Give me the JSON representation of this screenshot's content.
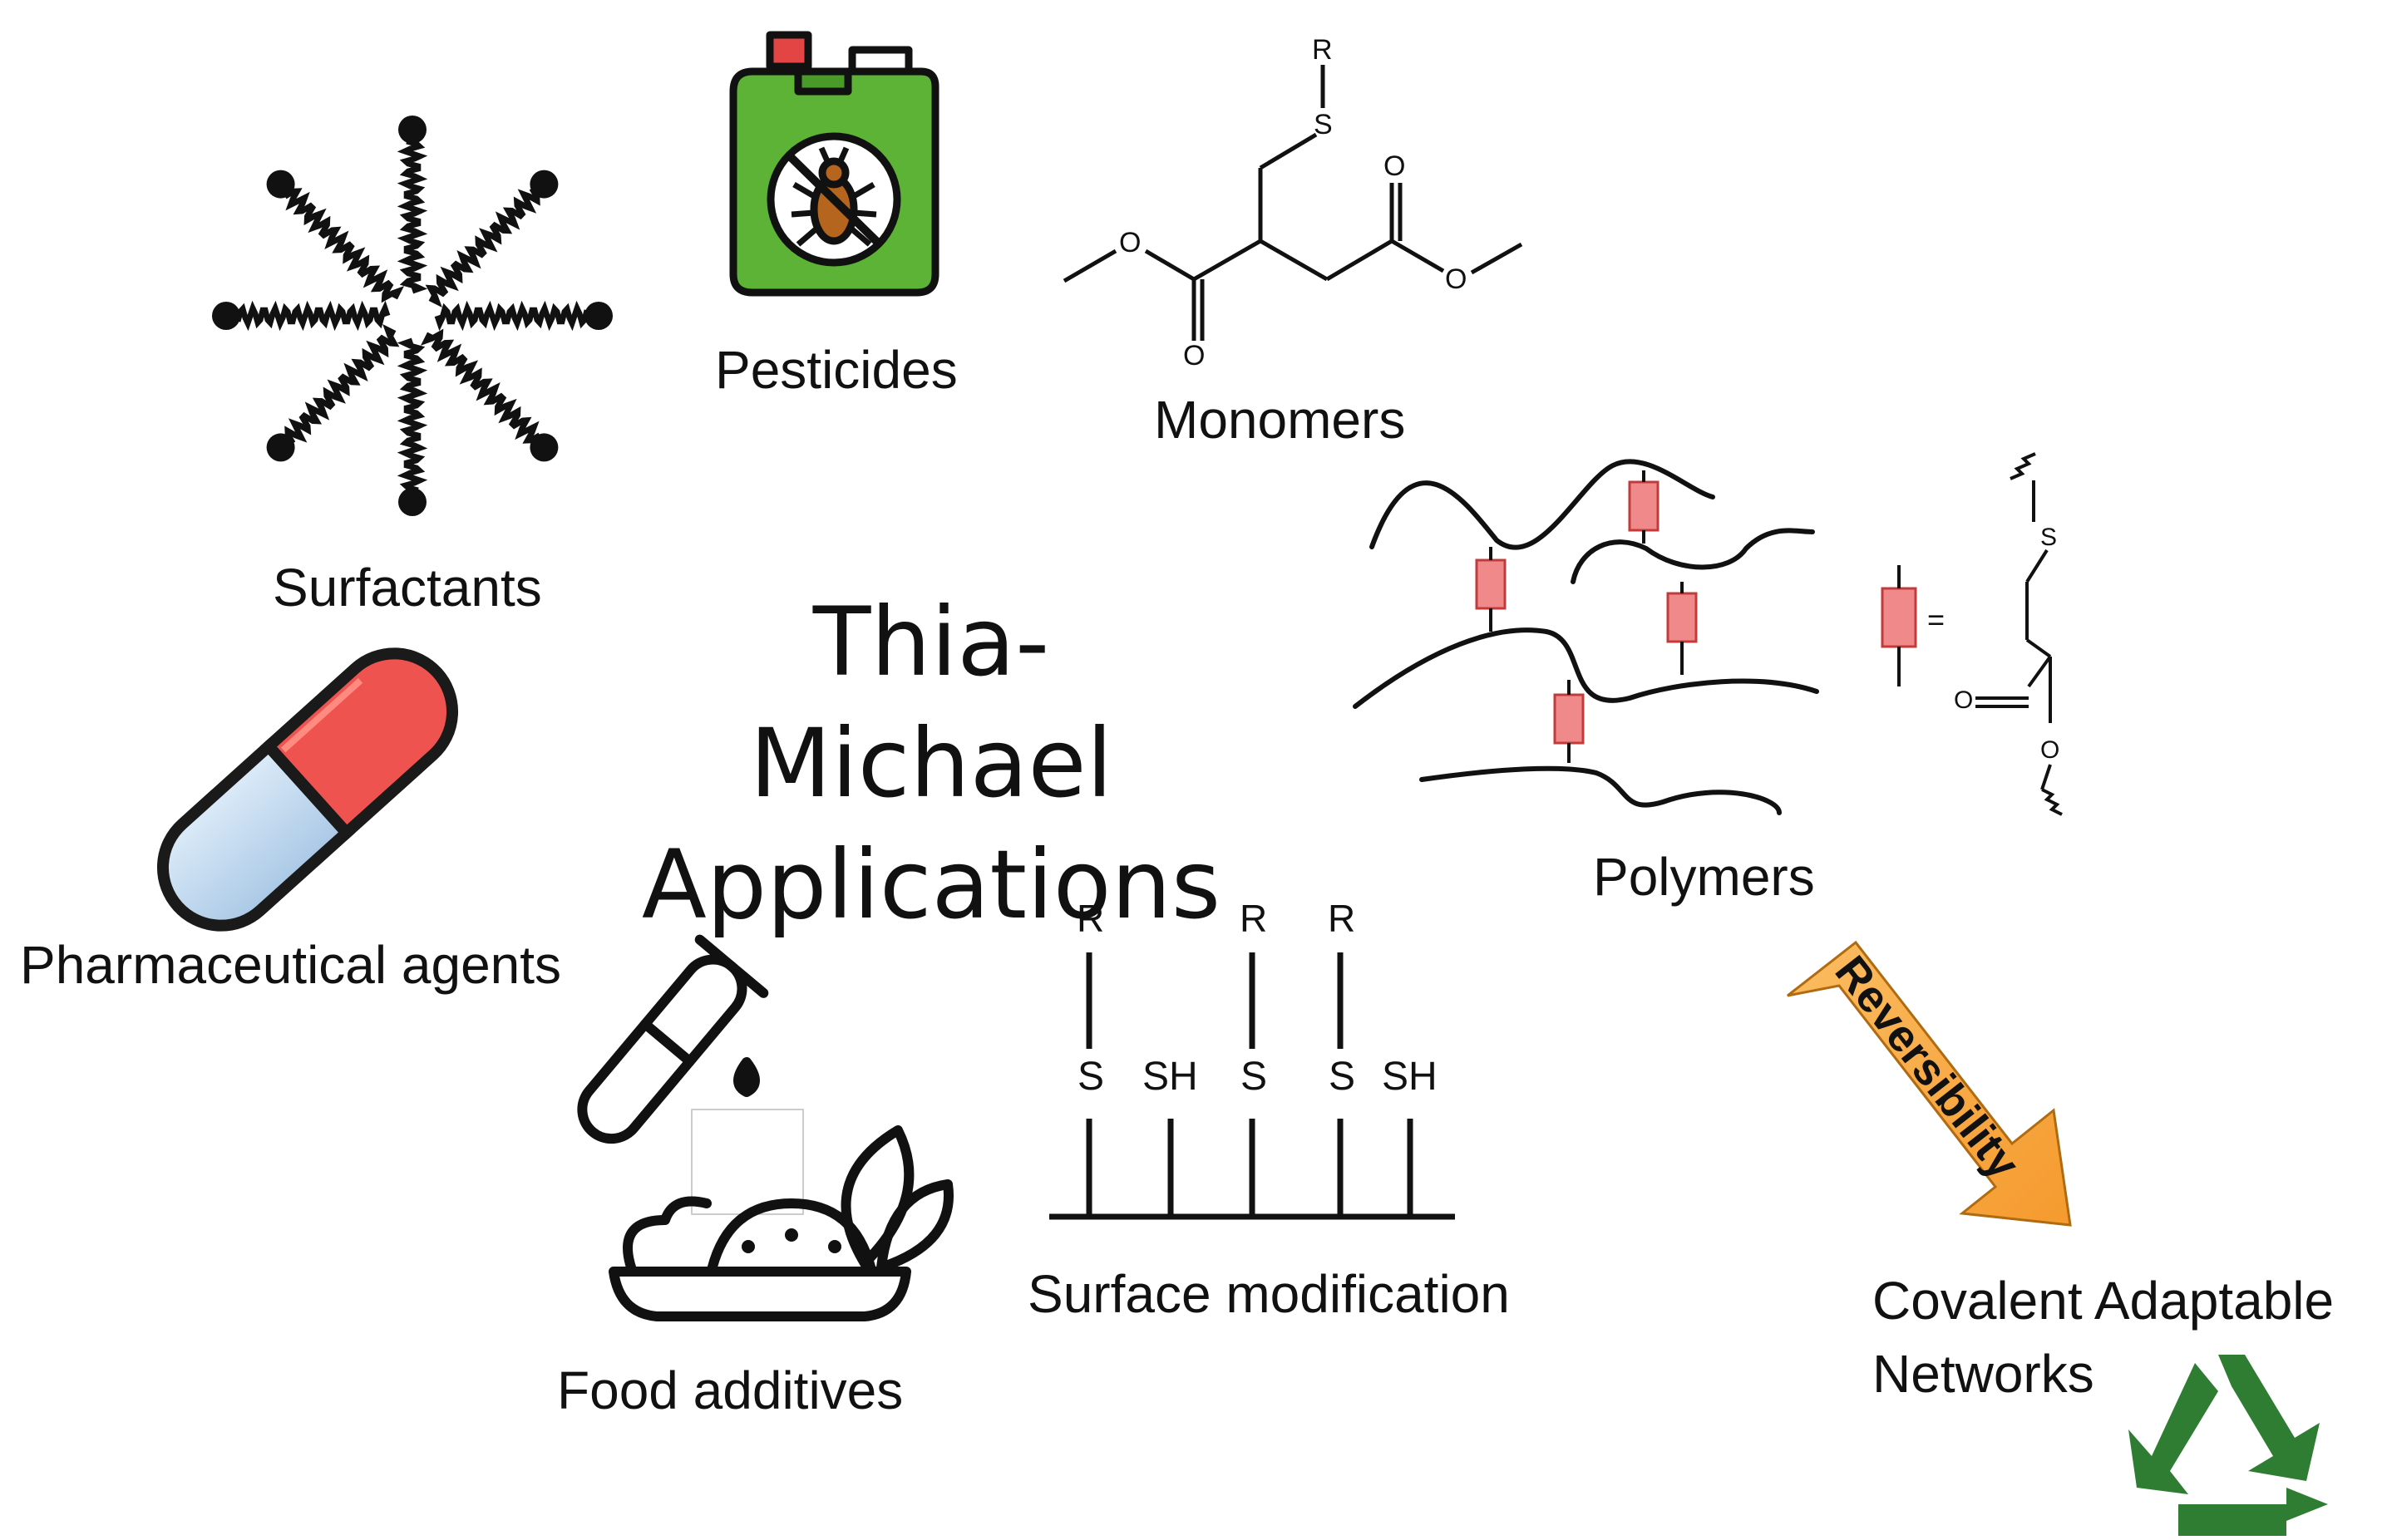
{
  "title": {
    "line1": "Thia-Michael",
    "line2": "Applications"
  },
  "labels": {
    "surfactants": "Surfactants",
    "pesticides": "Pesticides",
    "monomers": "Monomers",
    "polymers": "Polymers",
    "pharmaceutical": "Pharmaceutical agents",
    "food": "Food additives",
    "surface": "Surface modification",
    "can1": "Covalent Adaptable",
    "can2": "Networks",
    "reversibility": "Reversibility"
  },
  "chem": {
    "monomer_r": "R",
    "monomer_s": "S",
    "monomer_o_left": "O",
    "monomer_o_left_carbonyl": "O",
    "monomer_o_right_carbonyl": "O",
    "monomer_o_right": "O",
    "link_s": "S",
    "link_o_carbonyl": "O",
    "link_o_ester": "O",
    "link_equals": "="
  },
  "surface_chains": [
    {
      "top": "R",
      "middle": "S"
    },
    {
      "top": "",
      "middle": "SH"
    },
    {
      "top": "R",
      "middle": "S"
    },
    {
      "top": "R",
      "middle": "S"
    },
    {
      "top": "",
      "middle": "SH"
    }
  ],
  "colors": {
    "canister_green": "#5cb335",
    "canister_red": "#e34545",
    "pill_red": "#ef5350",
    "pill_blue": "#cfe3f5",
    "crosslink_pink": "#f08a8a",
    "arrow_orange": "#f7a640",
    "recycle_green": "#2e7d32",
    "text": "#111111"
  }
}
